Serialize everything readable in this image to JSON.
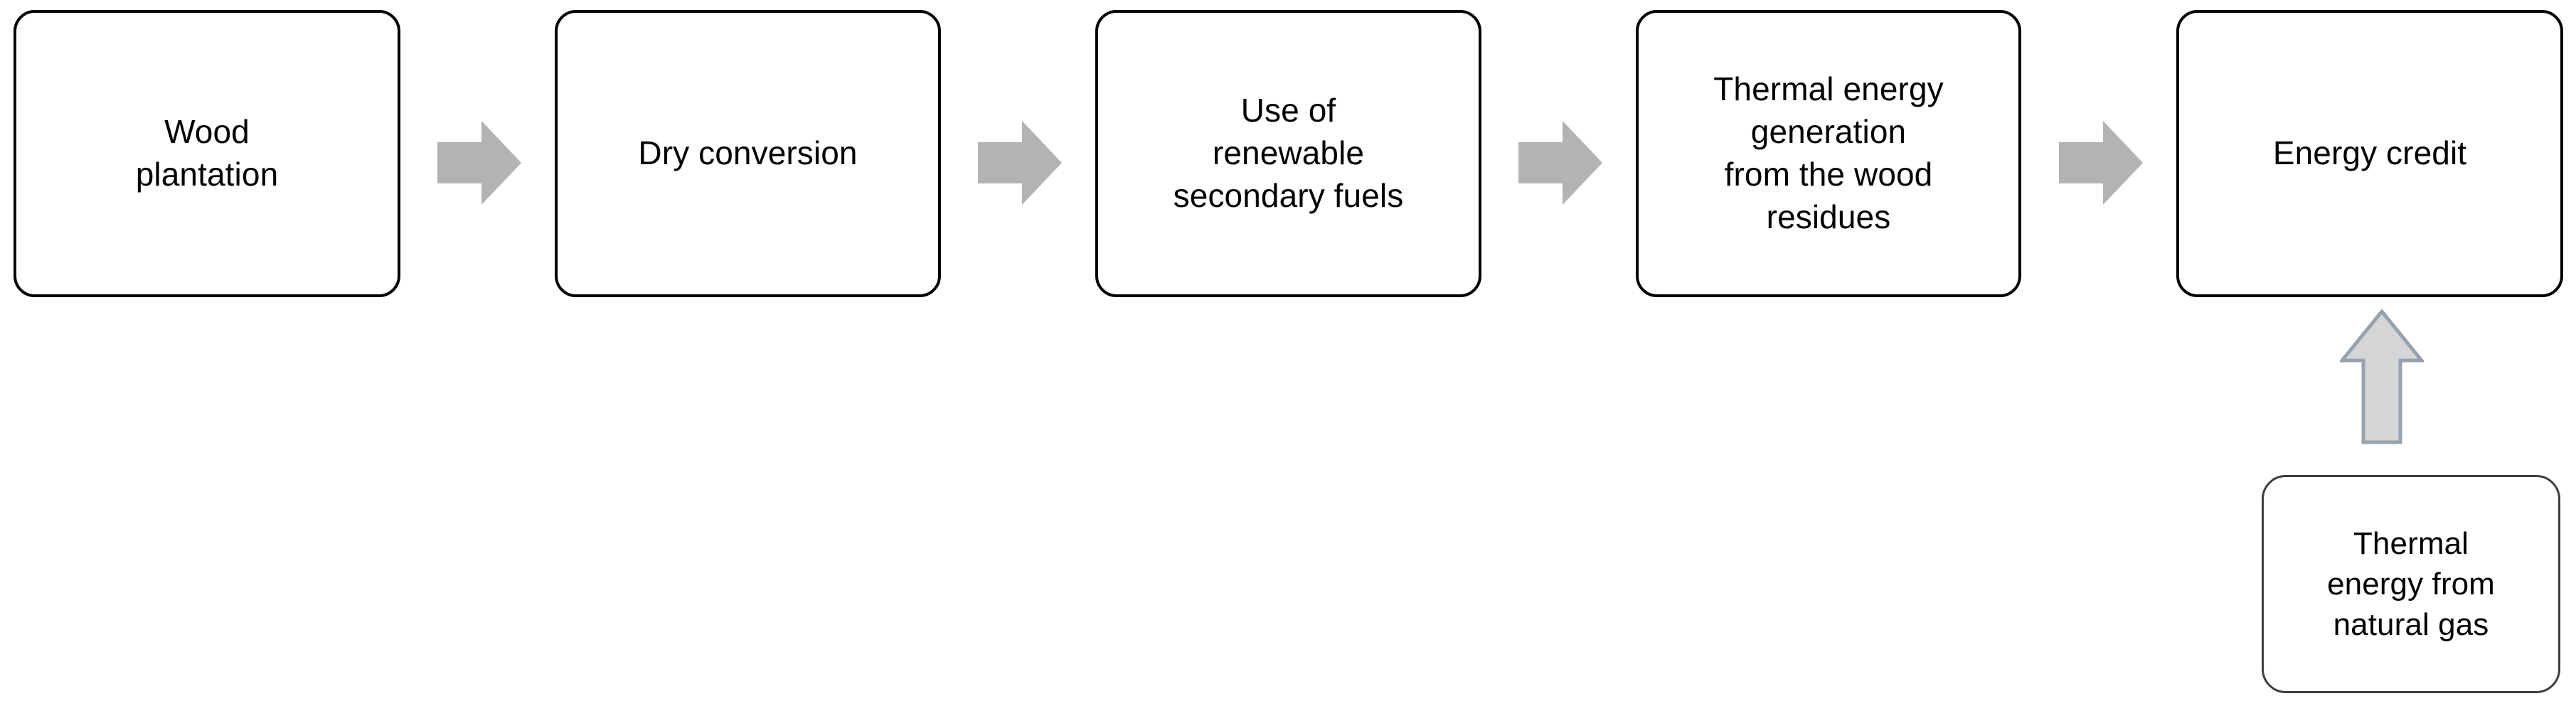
{
  "diagram": {
    "title": "Wood-based renewable fuel process flow with energy credit",
    "background_color": "#ffffff",
    "box_border_color": "#000000",
    "box_fill_color": "#ffffff",
    "horizontal_arrow_color": "#b3b3b3",
    "vertical_arrow_fill_color": "#d3d5d7",
    "vertical_arrow_stroke_color": "#98a2ac",
    "text_color": "#000000"
  },
  "nodes": [
    {
      "id": "wood-plantation",
      "label": "Wood\nplantation"
    },
    {
      "id": "dry-conversion",
      "label": "Dry conversion"
    },
    {
      "id": "renewable-fuels",
      "label": "Use of\nrenewable\nsecondary fuels"
    },
    {
      "id": "thermal-wood",
      "label": "Thermal energy\ngeneration\nfrom the wood\nresidues"
    },
    {
      "id": "energy-credit",
      "label": "Energy credit"
    },
    {
      "id": "thermal-gas",
      "label": "Thermal\nenergy from\nnatural gas"
    }
  ],
  "connectors": [
    {
      "id": "arrow-1",
      "direction": "right",
      "from": "wood-plantation",
      "to": "dry-conversion"
    },
    {
      "id": "arrow-2",
      "direction": "right",
      "from": "dry-conversion",
      "to": "renewable-fuels"
    },
    {
      "id": "arrow-3",
      "direction": "right",
      "from": "renewable-fuels",
      "to": "thermal-wood"
    },
    {
      "id": "arrow-4",
      "direction": "right",
      "from": "thermal-wood",
      "to": "energy-credit"
    },
    {
      "id": "arrow-5",
      "direction": "up",
      "from": "thermal-gas",
      "to": "energy-credit"
    }
  ]
}
